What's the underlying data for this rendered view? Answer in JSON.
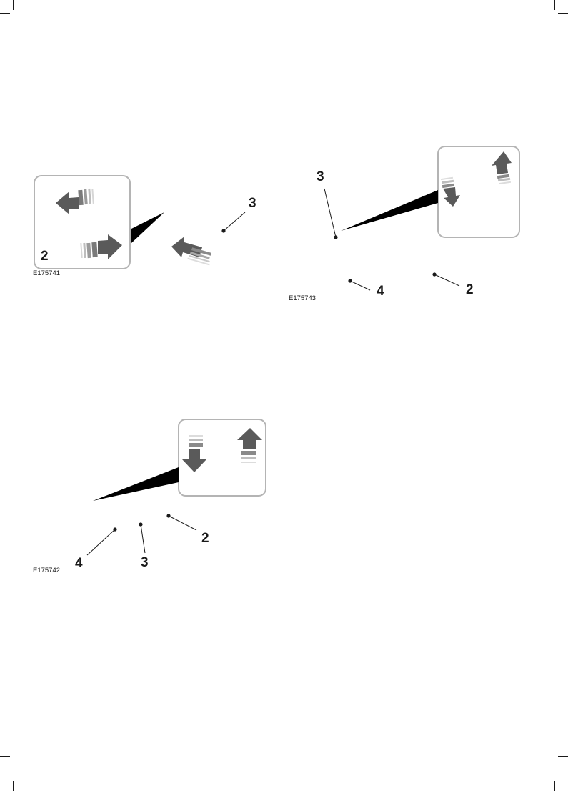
{
  "figures": [
    {
      "id": "E175741",
      "callouts": {
        "inset_label": "2",
        "label_3": "3"
      },
      "icons": [
        "arrow-left-icon",
        "arrow-right-icon",
        "arrow-up-left-icon"
      ]
    },
    {
      "id": "E175743",
      "callouts": {
        "label_3": "3",
        "label_4": "4",
        "label_2": "2"
      },
      "icons": [
        "arrow-down-icon",
        "arrow-up-icon"
      ]
    },
    {
      "id": "E175742",
      "callouts": {
        "label_4": "4",
        "label_3": "3",
        "label_2": "2"
      },
      "icons": [
        "arrow-down-icon",
        "arrow-up-icon"
      ]
    }
  ],
  "colors": {
    "arrow": "#5a5a5a",
    "stripe_dark": "#7a7a7a",
    "stripe_light": "#c8c8c8",
    "line": "#1a1a1a",
    "box": "#b4b4b4"
  }
}
